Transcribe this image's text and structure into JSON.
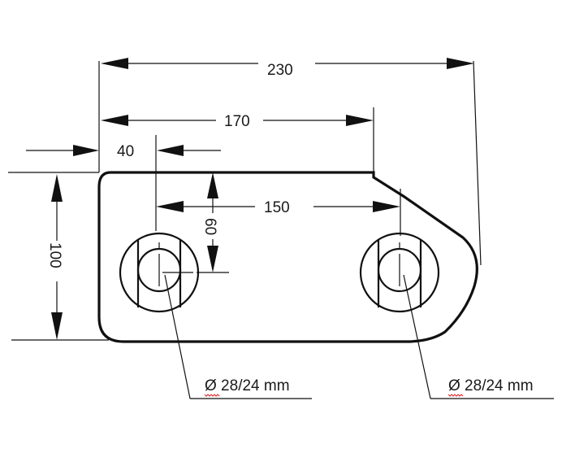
{
  "dimensions": {
    "overall_length": "230",
    "to_slope_start": "170",
    "left_offset": "40",
    "hole_spacing": "150",
    "hole_height": "60",
    "plate_height": "100"
  },
  "callouts": {
    "left_hole": "Ø 28/24 mm",
    "right_hole": "Ø 28/24 mm"
  },
  "colors": {
    "line": "#111111",
    "spellcheck_underline": "#dd2222"
  }
}
